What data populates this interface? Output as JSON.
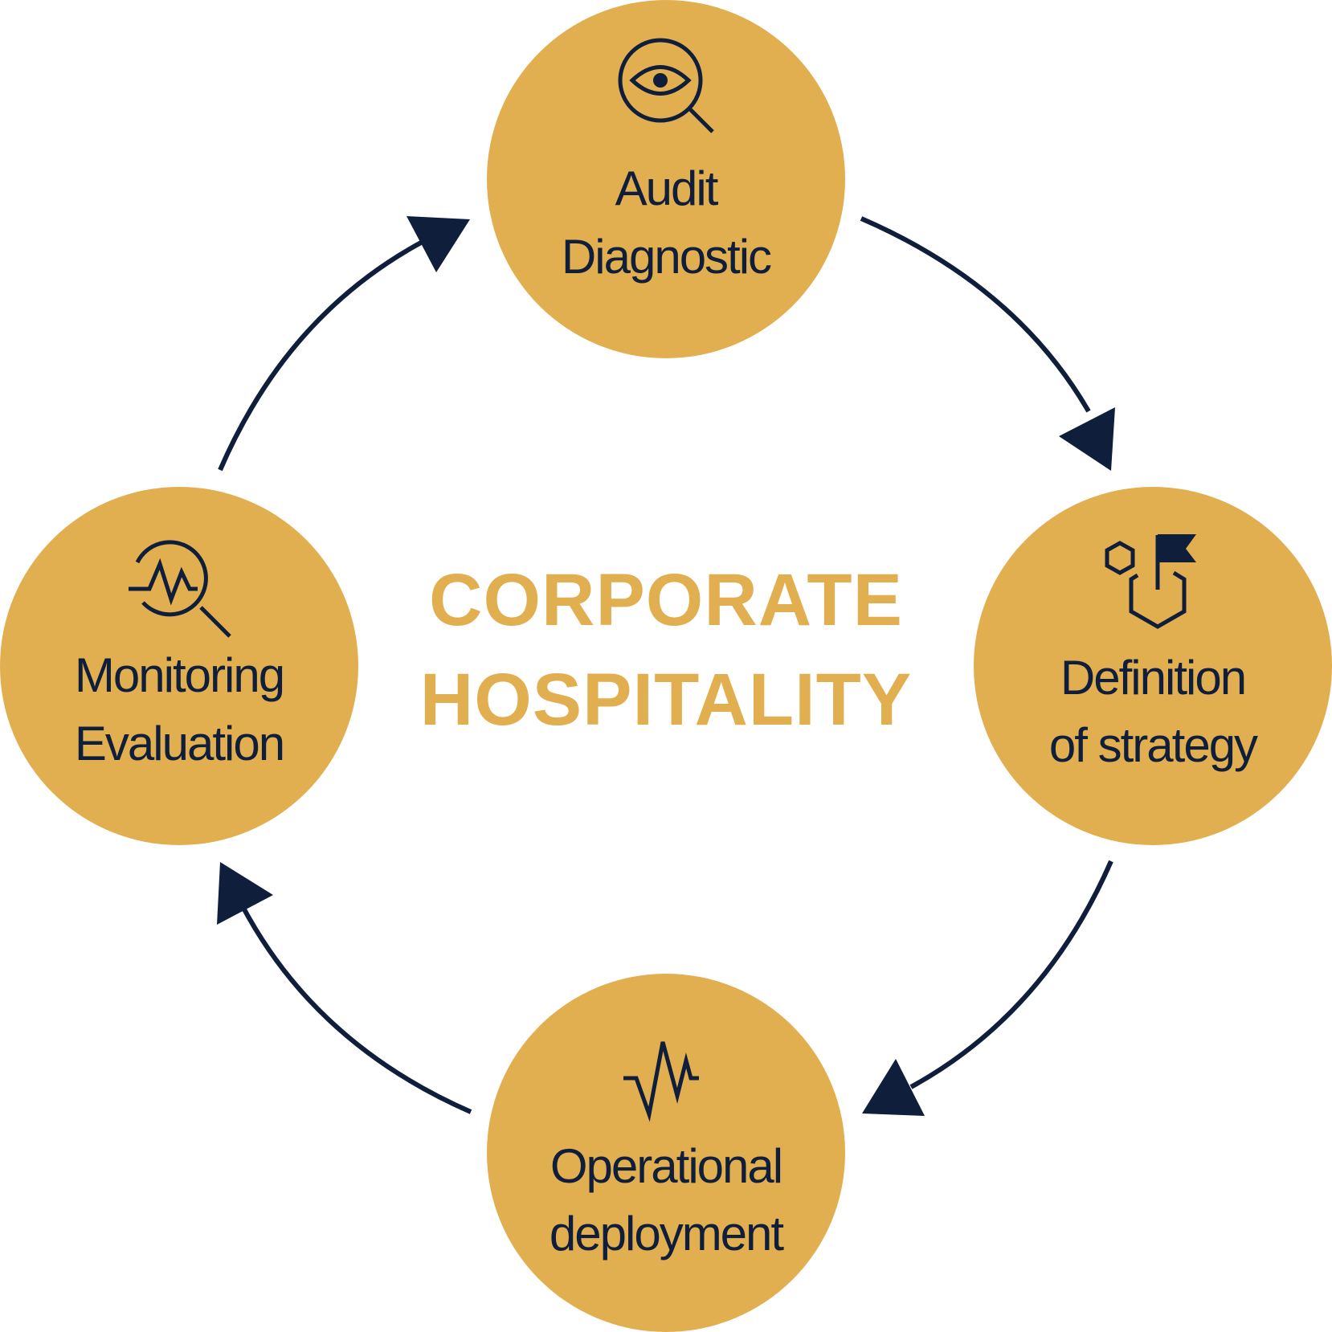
{
  "title": {
    "line1": "CORPORATE",
    "line2": "HOSPITALITY"
  },
  "colors": {
    "node_fill": "#e1ae50",
    "dark": "#0f1e3a",
    "title": "#e1ae50"
  },
  "nodes": [
    {
      "line1": "Audit",
      "line2": "Diagnostic",
      "icon": "eye-magnifier-icon"
    },
    {
      "line1": "Definition",
      "line2": "of strategy",
      "icon": "hexagon-flag-icon"
    },
    {
      "line1": "Operational",
      "line2": "deployment",
      "icon": "pulse-icon"
    },
    {
      "line1": "Monitoring",
      "line2": "Evaluation",
      "icon": "pulse-magnifier-icon"
    }
  ],
  "flow": [
    "Audit Diagnostic",
    "Definition of strategy",
    "Operational deployment",
    "Monitoring Evaluation",
    "Audit Diagnostic"
  ]
}
